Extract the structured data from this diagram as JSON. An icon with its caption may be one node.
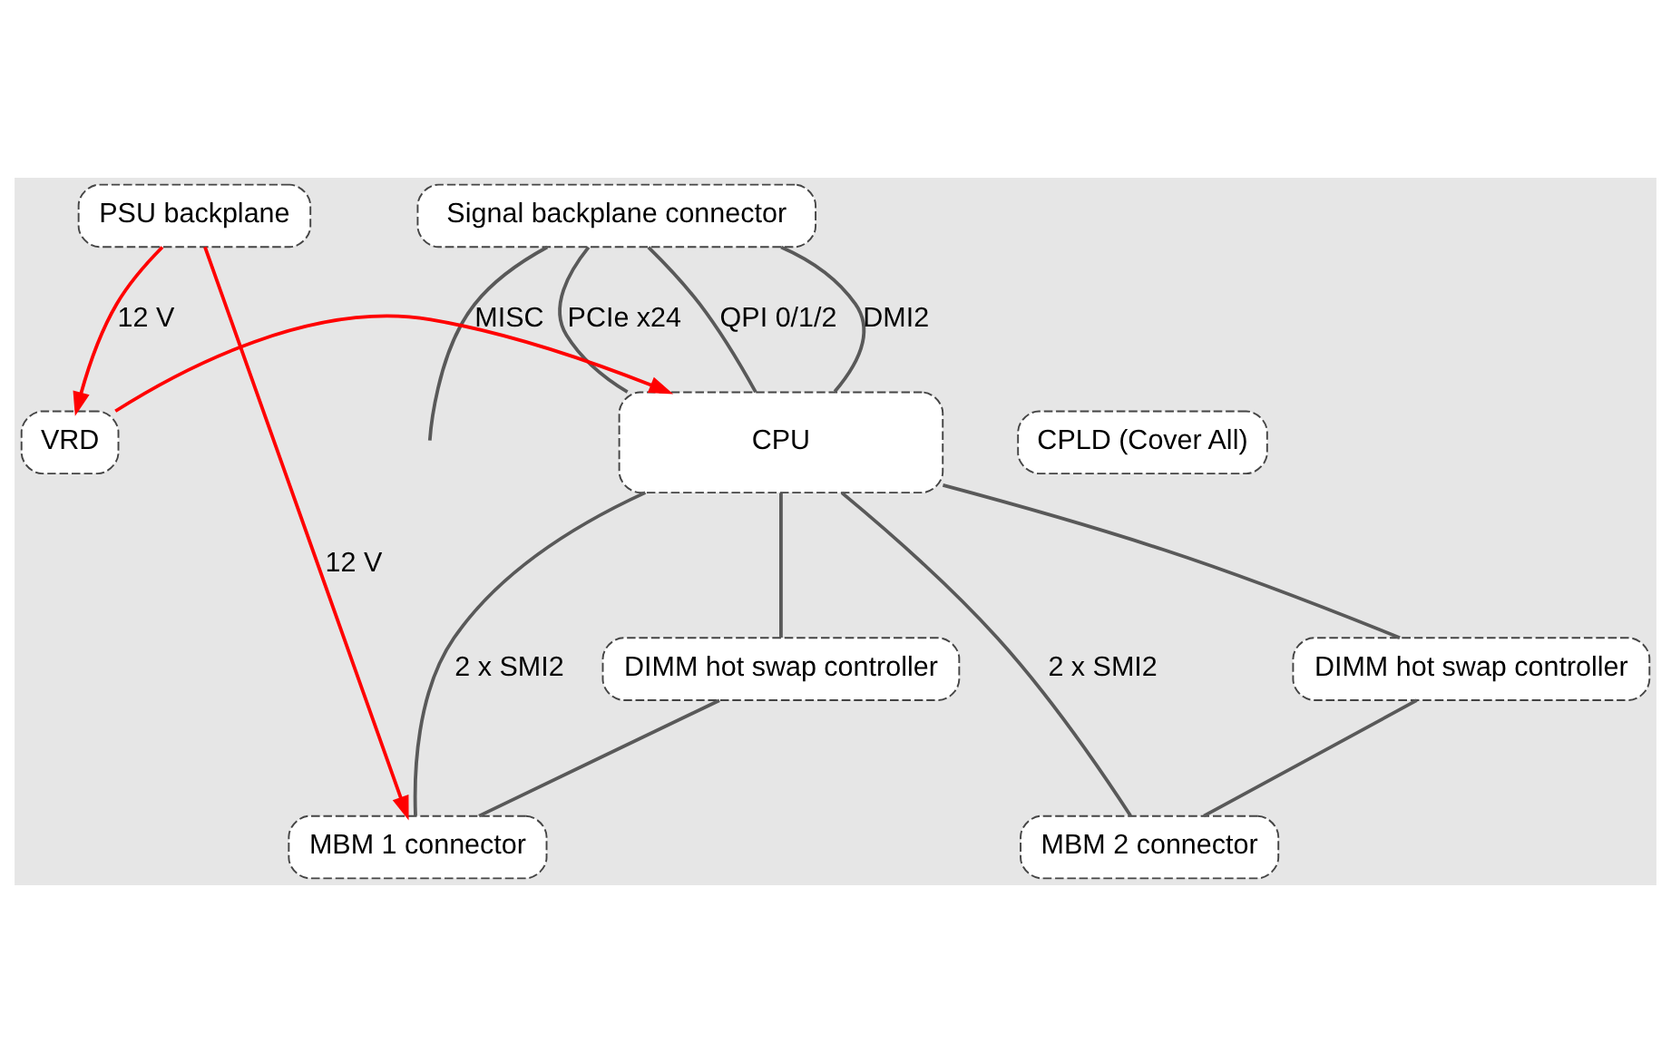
{
  "diagram": {
    "nodes": [
      {
        "text": [
          "PSU backplane"
        ]
      },
      {
        "text": [
          "Signal backplane connector"
        ]
      },
      {
        "text": [
          "VRD"
        ]
      },
      {
        "text": [
          "CPU"
        ]
      },
      {
        "text": [
          "CPLD (Cover All)"
        ]
      },
      {
        "text": [
          "DIMM hot swap controller"
        ]
      },
      {
        "text": [
          "DIMM hot swap controller"
        ]
      },
      {
        "text": [
          "MBM 1 connector"
        ]
      },
      {
        "text": [
          "MBM 2 connector"
        ]
      }
    ],
    "edges": [
      {
        "from": 0,
        "to": 7,
        "arrow": "to",
        "label": "12 V",
        "color": "#ff0000"
      },
      {
        "from": 0,
        "to": 2,
        "arrow": "to",
        "label": "12 V",
        "color": "#ff0000"
      },
      {
        "from": 1,
        "to": 3,
        "arrow": "none",
        "label": "QPI 0/1/2"
      },
      {
        "from": 1,
        "to": 3,
        "arrow": "none",
        "label": "DMI2"
      },
      {
        "from": 1,
        "to": 3,
        "arrow": "none",
        "label": "PCIe x24"
      },
      {
        "from": 1,
        "to": null,
        "arrow": "none",
        "label": "MISC"
      },
      {
        "from": 2,
        "to": 3,
        "arrow": "to",
        "color": "#ff0000"
      },
      {
        "from": 3,
        "to": 5,
        "arrow": "none"
      },
      {
        "from": 5,
        "to": 7,
        "arrow": "none"
      },
      {
        "from": 3,
        "to": 7,
        "arrow": "none",
        "label": "2 x SMI2"
      },
      {
        "from": 3,
        "to": 8,
        "arrow": "none",
        "label": "2 x SMI2"
      },
      {
        "from": 3,
        "to": 6,
        "arrow": "none"
      },
      {
        "from": 6,
        "to": 8,
        "arrow": "none"
      }
    ]
  }
}
